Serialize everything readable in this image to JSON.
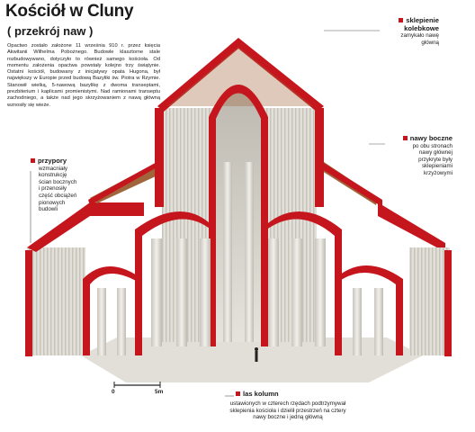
{
  "title": "Kościół w Cluny",
  "subtitle": "( przekrój naw )",
  "intro": "Opactwo zostało założone 11 września 910 r. przez księcia Akwitanii Wilhelma Pobożnego. Budowle klasztorne stale rozbudowywano, dotyczyło to również samego kościoła. Od momentu założenia opactwa powstały kolejno trzy świątynie. Ostatni kościół, budowany z inicjatywy opata Hugona, był największy w Europie przed budową Bazyliki św. Piotra w Rzymie. Stanowił wielką, 5-nawową bazylikę z dwoma transeptami, prezbiterium i kaplicami promienistymi. Nad ramionami transeptu zachodniego, a także nad jego skrzyżowaniem z nawą główną wznosiły się wieże.",
  "labels": {
    "sklepienie": {
      "heading_line1": "sklepienie",
      "heading_line2": "kolebkowe",
      "text_line1": "zamykało nawę",
      "text_line2": "główną"
    },
    "nawy": {
      "heading": "nawy boczne",
      "lines": [
        "po obu stronach",
        "nawy głównej",
        "przykryte były",
        "sklepieniami",
        "krzyżowymi"
      ]
    },
    "przypory": {
      "heading": "przypory",
      "lines": [
        "wzmacniały",
        "konstrukcję",
        "ścian bocznych",
        "i przenosiły",
        "część obciążeń",
        "pionowych",
        "budowli"
      ]
    },
    "kolumny": {
      "heading": "las kolumn",
      "lines": [
        "ustawionych w czterech rzędach podtrzymywał",
        "sklepienia kościoła i dzielił przestrzeń na cztery",
        "nawy boczne i jedną główną"
      ]
    }
  },
  "scale": {
    "start": "0",
    "end": "5m"
  },
  "colors": {
    "accent": "#c5161d",
    "stone": "#d9d6cf",
    "wood": "#a0653a"
  }
}
